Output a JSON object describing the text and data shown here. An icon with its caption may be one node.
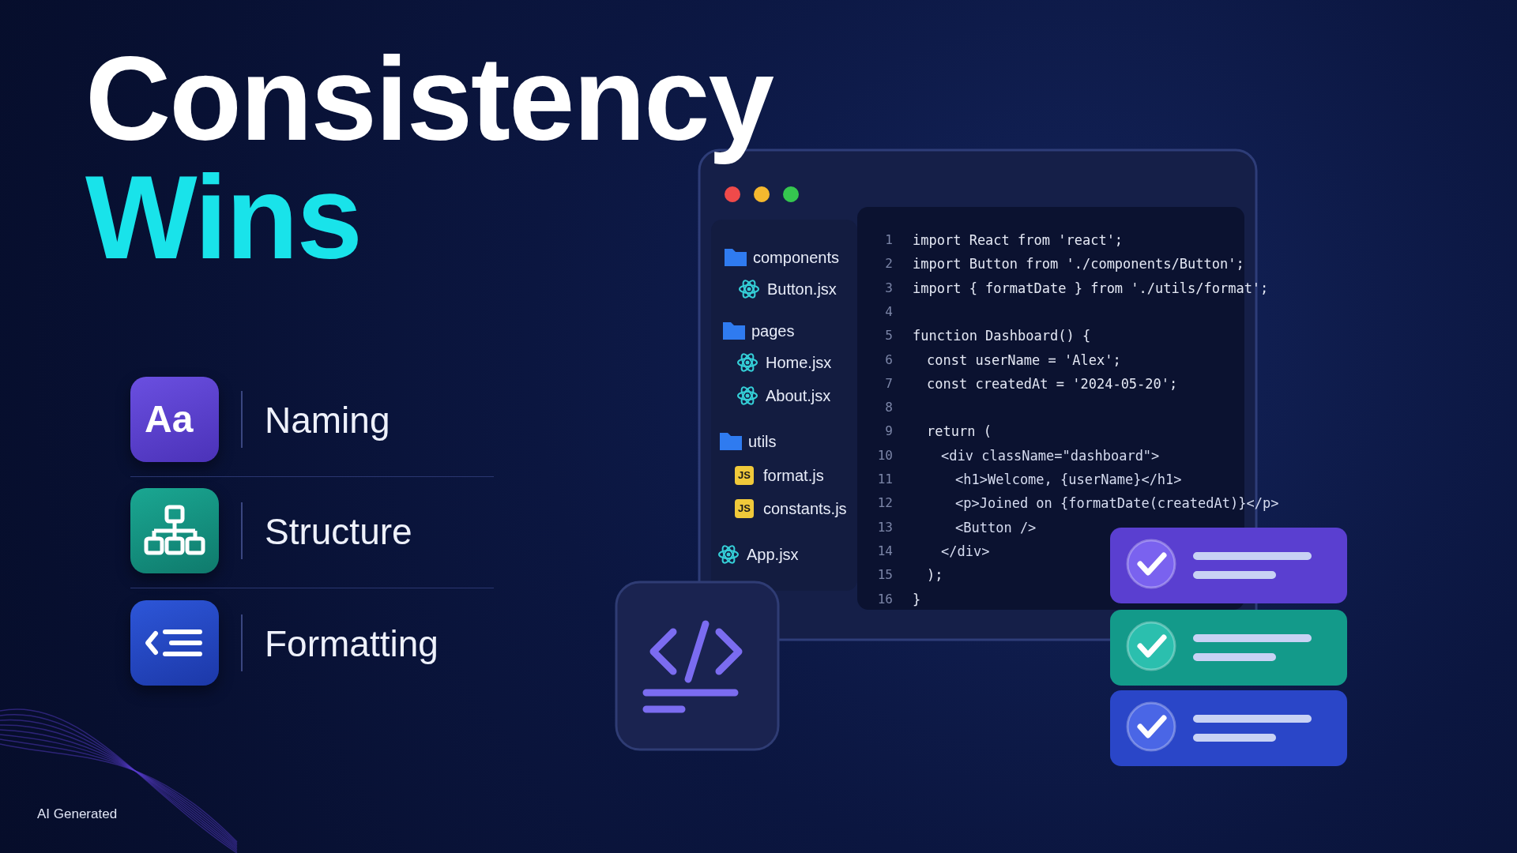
{
  "diagram": {
    "title": "Consistency Wins",
    "nodes": [
      {
        "text": [
          "Naming"
        ]
      },
      {
        "text": [
          "Structure"
        ]
      },
      {
        "text": [
          "Formatting"
        ]
      }
    ],
    "labels": [
      "Aa",
      "components",
      "Button.jsx",
      "pages",
      "Home.jsx",
      "About.jsx",
      "utils",
      "JS",
      "format.js",
      "JS",
      "constants.js",
      "App.jsx",
      "1",
      "2",
      "3",
      "4",
      "5",
      "6",
      "7",
      "8",
      "9",
      "10",
      "11",
      "12",
      "13",
      "14",
      "15",
      "16",
      "import React from 'react';",
      "import Button from './components/Button';",
      "import { formatDate } from './utils/format';",
      "function Dashboard() {",
      "const userName = 'Alex';",
      "const createdAt = '2024-05-20';",
      "return (",
      "<div className=\"dashboard\">",
      "<h1>Welcome, {userName}</h1>",
      "<p>Joined on {formatDate(createdAt)}</p>",
      "<Button />",
      "</div>",
      ");",
      "}",
      "AI Generated"
    ]
  }
}
